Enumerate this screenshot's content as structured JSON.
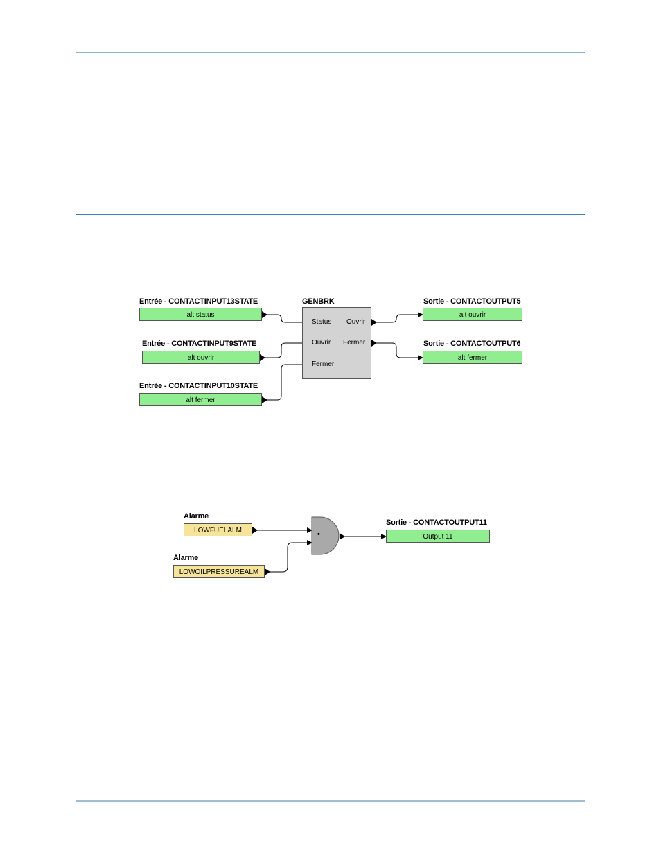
{
  "diagram1": {
    "block_title": "GENBRK",
    "inputs": [
      {
        "title": "Entrée - CONTACTINPUT13STATE",
        "value": "alt status"
      },
      {
        "title": "Entrée - CONTACTINPUT9STATE",
        "value": "alt ouvrir"
      },
      {
        "title": "Entrée - CONTACTINPUT10STATE",
        "value": "alt fermer"
      }
    ],
    "block_ports_in": [
      "Status",
      "Ouvrir",
      "Fermer"
    ],
    "block_ports_out": [
      "Ouvrir",
      "Fermer"
    ],
    "outputs": [
      {
        "title": "Sortie - CONTACTOUTPUT5",
        "value": "alt ouvrir"
      },
      {
        "title": "Sortie - CONTACTOUTPUT6",
        "value": "alt fermer"
      }
    ],
    "colors": {
      "io_box": "#90ee90",
      "block": "#d3d3d3"
    }
  },
  "diagram2": {
    "inputs": [
      {
        "title": "Alarme",
        "value": "LOWFUELALM"
      },
      {
        "title": "Alarme",
        "value": "LOWOILPRESSUREALM"
      }
    ],
    "gate_symbol": "•",
    "output": {
      "title": "Sortie - CONTACTOUTPUT11",
      "value": "Output 11"
    },
    "colors": {
      "alarm_box": "#f5e49a",
      "output_box": "#90ee90",
      "gate": "#a9a9a9"
    }
  }
}
